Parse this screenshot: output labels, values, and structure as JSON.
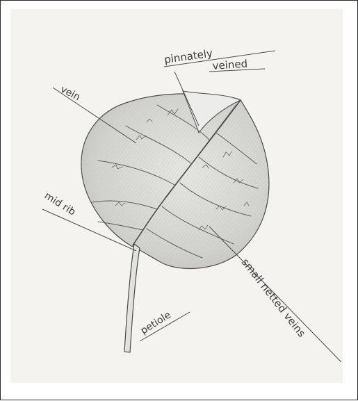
{
  "diagram": {
    "labels": {
      "pinnately": "pinnately",
      "veined": "veined",
      "vein": "vein",
      "mid_rib": "mid rib",
      "petiole": "petiole",
      "small_netted_veins": "small netted veins"
    },
    "colors": {
      "frame": "#2a2a2a",
      "paper": "#f4f3ef",
      "leaf_fill": "#d9d9d6",
      "leaf_shade": "#c6c6c2",
      "pencil": "#4a4a4a",
      "label_text": "#3a3a3a"
    }
  }
}
